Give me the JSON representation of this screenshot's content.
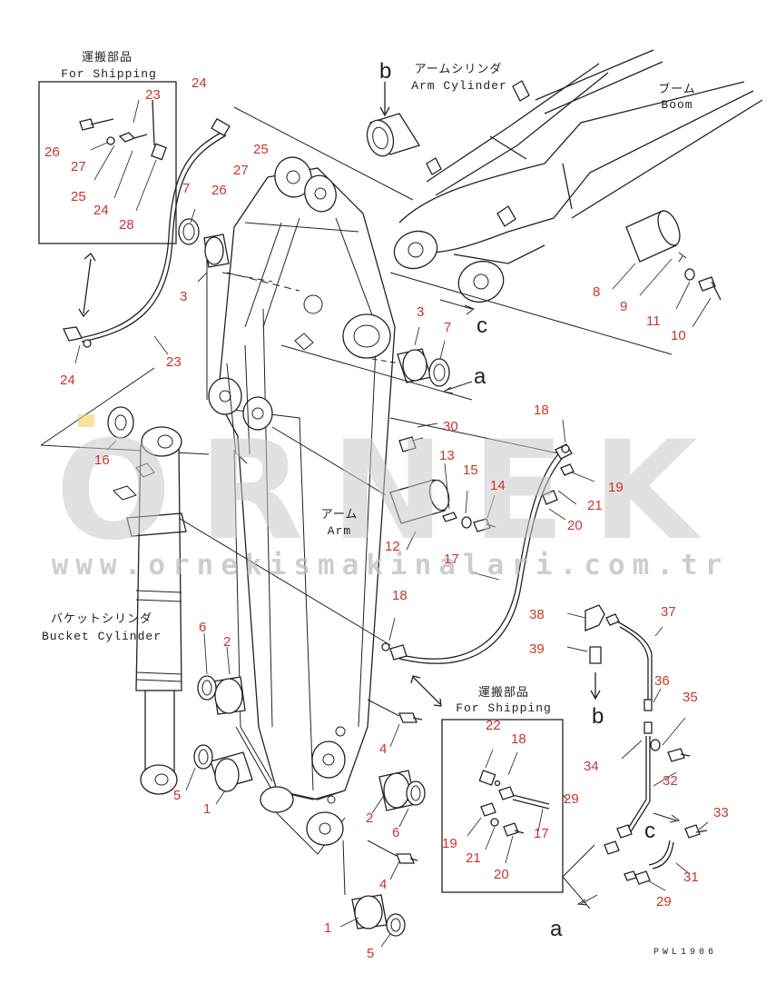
{
  "diagram": {
    "drawing_code": "PWL1906",
    "watermark": {
      "brand": "ORNEK",
      "url": "www.ornekismakinalari.com.tr"
    },
    "labels": {
      "shipping_top_jp": "運搬部品",
      "shipping_top_en": "For Shipping",
      "shipping_bottom_jp": "運搬部品",
      "shipping_bottom_en": "For Shipping",
      "arm_cylinder_jp": "アームシリンダ",
      "arm_cylinder_en": "Arm Cylinder",
      "boom_jp": "ブーム",
      "boom_en": "Boom",
      "arm_jp": "アーム",
      "arm_en": "Arm",
      "bucket_cylinder_jp": "バケットシリンダ",
      "bucket_cylinder_en": "Bucket Cylinder"
    },
    "view_markers": {
      "b_top": "b",
      "c_mid": "c",
      "a_mid": "a",
      "b_right": "b",
      "c_right": "c",
      "a_bottom": "a"
    },
    "part_numbers": {
      "p23_box": "23",
      "p26_box": "26",
      "p27_box": "27",
      "p25_box": "25",
      "p24_box": "24",
      "p28_box": "28",
      "p24_top": "24",
      "p25_top": "25",
      "p27_top": "27",
      "p26_top": "26",
      "p7_left": "7",
      "p3_left": "3",
      "p24_left": "24",
      "p23_left": "23",
      "p16": "16",
      "p8": "8",
      "p9": "9",
      "p11": "11",
      "p10": "10",
      "p3_mid": "3",
      "p7_mid": "7",
      "p30": "30",
      "p18_top": "18",
      "p19_top": "19",
      "p21_top": "21",
      "p20_top": "20",
      "p13": "13",
      "p15": "15",
      "p14": "14",
      "p12": "12",
      "p17_mid": "17",
      "p18_mid": "18",
      "p38": "38",
      "p37": "37",
      "p39": "39",
      "p36": "36",
      "p35": "35",
      "p34": "34",
      "p32": "32",
      "p33": "33",
      "p31": "31",
      "p29_right": "29",
      "p22": "22",
      "p18_box": "18",
      "p29_box": "29",
      "p19_box": "19",
      "p21_box": "21",
      "p17_box": "17",
      "p20_box": "20",
      "p6_left": "6",
      "p2_left": "2",
      "p5_left": "5",
      "p1_left": "1",
      "p4_top": "4",
      "p2_mid": "2",
      "p6_mid": "6",
      "p4_bottom": "4",
      "p1_bottom": "1",
      "p5_bottom": "5"
    }
  }
}
